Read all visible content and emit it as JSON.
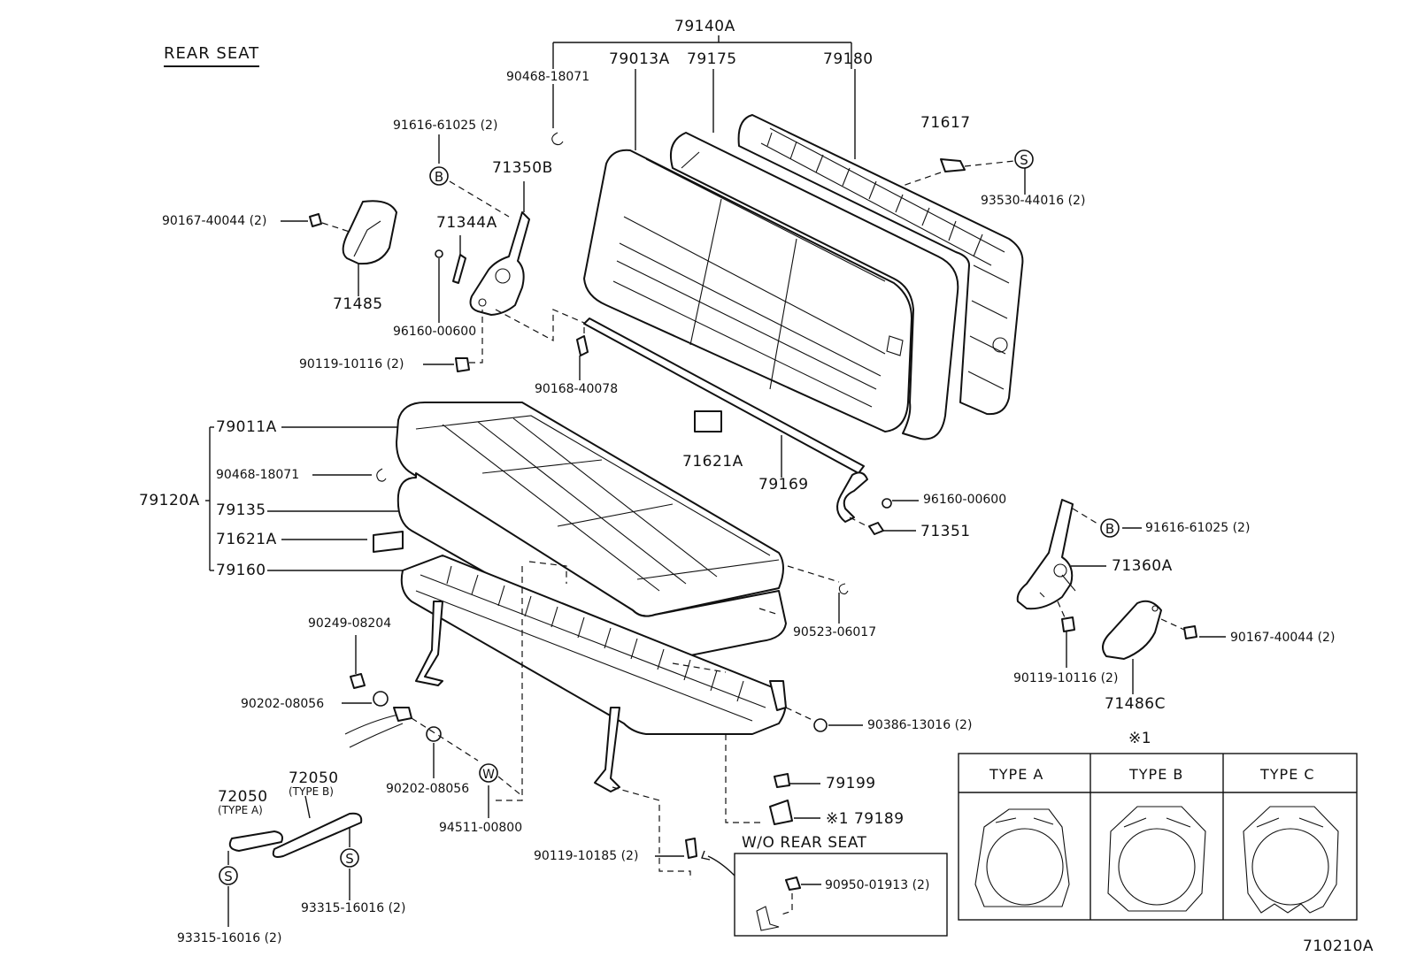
{
  "title": "REAR SEAT",
  "labels": {
    "assy_79140A": "79140A",
    "p90468_top": "90468-18071",
    "p79013A": "79013A",
    "p79175": "79175",
    "p79180": "79180",
    "p71617": "71617",
    "p93530": "93530-44016 (2)",
    "p91616_left": "91616-61025 (2)",
    "p71350B": "71350B",
    "p71344A": "71344A",
    "p90167_left": "90167-40044 (2)",
    "p71485": "71485",
    "p96160_left": "96160-00600",
    "p90119_left": "90119-10116 (2)",
    "p90168": "90168-40078",
    "p79011A": "79011A",
    "p90468_mid": "90468-18071",
    "assy_79120A": "79120A",
    "p79135": "79135",
    "p71621A_left": "71621A",
    "p79160": "79160",
    "p71621A_mid": "71621A",
    "p79169": "79169",
    "p96160_right": "96160-00600",
    "p71351": "71351",
    "p91616_right": "91616-61025 (2)",
    "p71360A": "71360A",
    "p90167_right": "90167-40044 (2)",
    "p90119_right": "90119-10116 (2)",
    "p71486C": "71486C",
    "p90523": "90523-06017",
    "p90249": "90249-08204",
    "p90202_a": "90202-08056",
    "p90202_b": "90202-08056",
    "p90386": "90386-13016 (2)",
    "p79199": "79199",
    "p79189": "※1 79189",
    "p72050_b": "72050",
    "type_b": "(TYPE B)",
    "p72050_a": "72050",
    "type_a": "(TYPE A)",
    "p94511": "94511-00800",
    "p90119_bottom": "90119-10185 (2)",
    "p93315_right": "93315-16016 (2)",
    "p93315_left": "93315-16016 (2)",
    "wo_rear_seat": "W/O REAR SEAT",
    "p90950": "90950-01913 (2)",
    "ref_code": "710210A"
  },
  "symbols": {
    "b": "B",
    "s": "S",
    "w": "W"
  },
  "type_table": {
    "note": "※1",
    "headers": [
      "TYPE A",
      "TYPE B",
      "TYPE C"
    ]
  }
}
